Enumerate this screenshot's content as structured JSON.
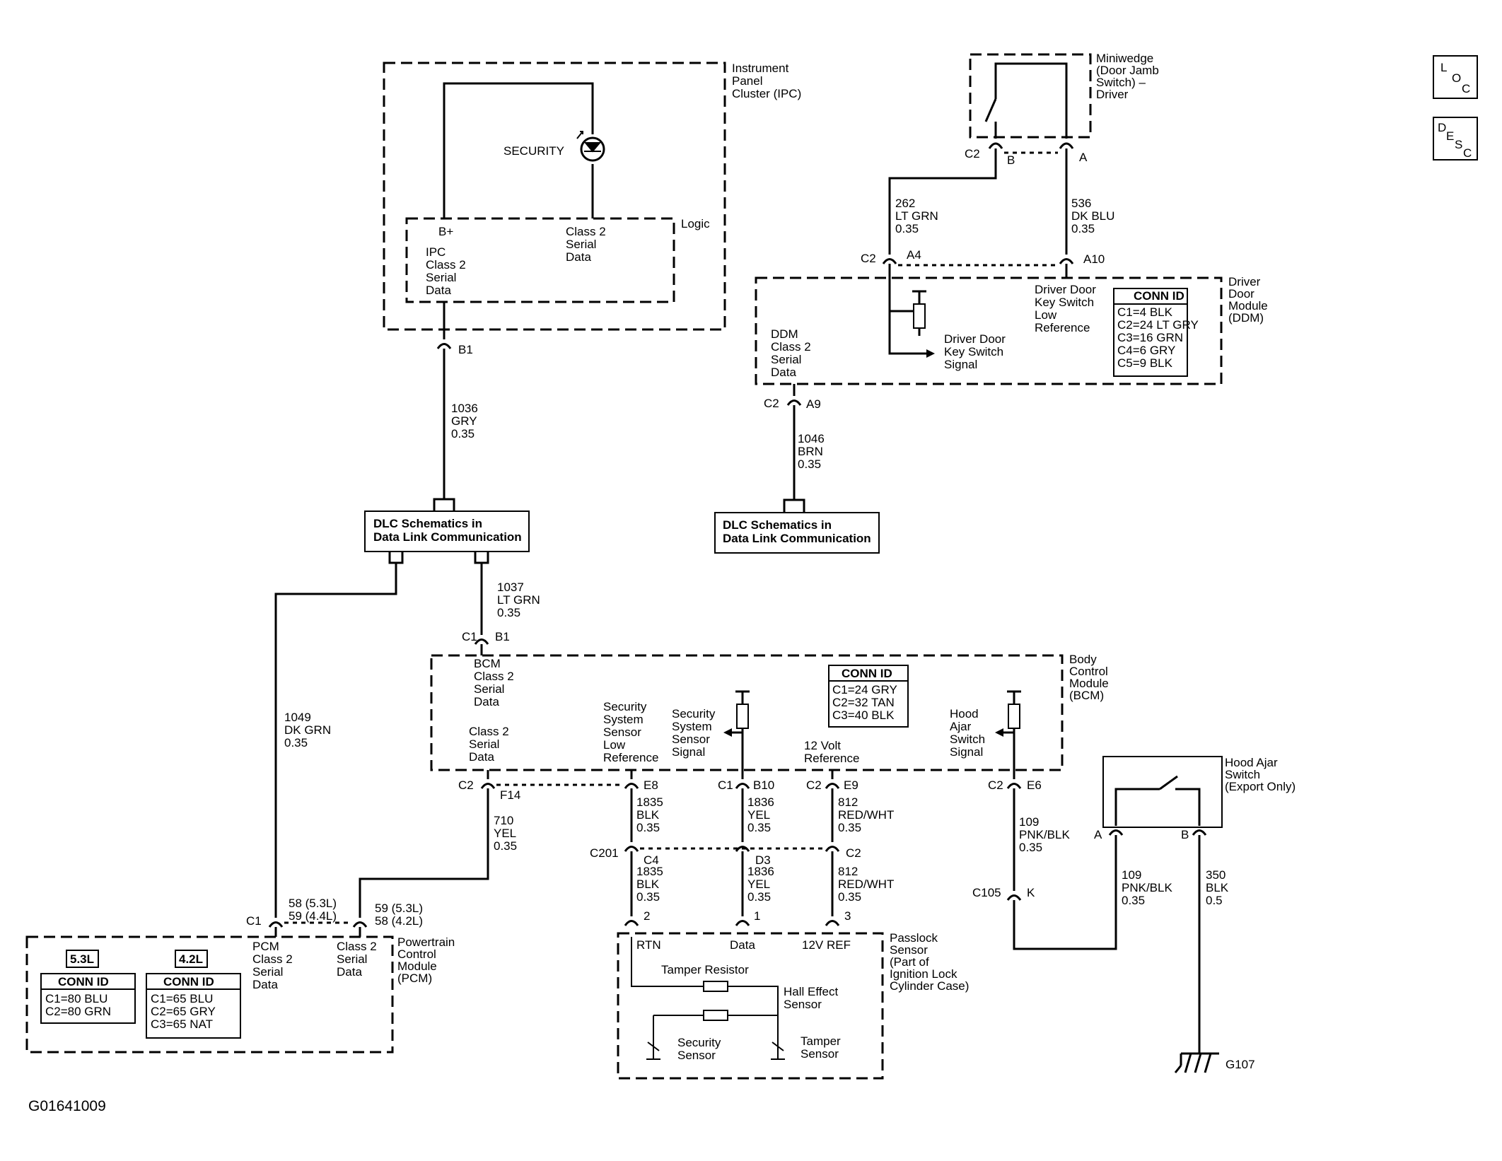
{
  "modules": {
    "ipc": {
      "name": [
        "Instrument",
        "Panel",
        "Cluster (IPC)"
      ],
      "lamp": "SECURITY",
      "logic": "Logic",
      "bplus": "B+",
      "pin_label": [
        "IPC",
        "Class 2",
        "Serial",
        "Data"
      ],
      "class2": [
        "Class 2",
        "Serial",
        "Data"
      ]
    },
    "miniwedge": {
      "name": [
        "Miniwedge",
        "(Door Jamb",
        "Switch) –",
        "Driver"
      ]
    },
    "ddm": {
      "name": [
        "Driver",
        "Door",
        "Module",
        "(DDM)"
      ],
      "pin_label": [
        "DDM",
        "Class 2",
        "Serial",
        "Data"
      ],
      "key_signal": [
        "Driver Door",
        "Key Switch",
        "Signal"
      ],
      "key_low": [
        "Driver Door",
        "Key Switch",
        "Low",
        "Reference"
      ],
      "conn_title": "CONN ID",
      "conn": [
        "C1=4 BLK",
        "C2=24 LT GRY",
        "C3=16 GRN",
        "C4=6 GRY",
        "C5=9 BLK"
      ]
    },
    "bcm": {
      "name": [
        "Body",
        "Control",
        "Module",
        "(BCM)"
      ],
      "bcm_data": [
        "BCM",
        "Class 2",
        "Serial",
        "Data"
      ],
      "class2": [
        "Class 2",
        "Serial",
        "Data"
      ],
      "sec_low": [
        "Security",
        "System",
        "Sensor",
        "Low",
        "Reference"
      ],
      "sec_signal": [
        "Security",
        "System",
        "Sensor",
        "Signal"
      ],
      "v12": [
        "12 Volt",
        "Reference"
      ],
      "hood": [
        "Hood",
        "Ajar",
        "Switch",
        "Signal"
      ],
      "conn_title": "CONN ID",
      "conn": [
        "C1=24 GRY",
        "C2=32 TAN",
        "C3=40 BLK"
      ]
    },
    "pcm": {
      "name": [
        "Powertrain",
        "Control",
        "Module",
        "(PCM)"
      ],
      "pcm_data": [
        "PCM",
        "Class 2",
        "Serial",
        "Data"
      ],
      "class2": [
        "Class 2",
        "Serial",
        "Data"
      ],
      "eng1": "5.3L",
      "eng2": "4.2L",
      "conn_title": "CONN ID",
      "conn1": [
        "C1=80 BLU",
        "C2=80 GRN"
      ],
      "conn2": [
        "C1=65 BLU",
        "C2=65 GRY",
        "C3=65 NAT"
      ]
    },
    "passlock": {
      "name": [
        "Passlock",
        "Sensor",
        "(Part of",
        "Ignition Lock",
        "Cylinder Case)"
      ],
      "rtn": "RTN",
      "data": "Data",
      "ref": "12V REF",
      "tamper_resistor": "Tamper Resistor",
      "hall": [
        "Hall Effect",
        "Sensor"
      ],
      "security": [
        "Security",
        "Sensor"
      ],
      "tamper": [
        "Tamper",
        "Sensor"
      ],
      "pins": [
        "2",
        "1",
        "3"
      ]
    },
    "hood_switch": {
      "name": [
        "Hood Ajar",
        "Switch",
        "(Export Only)"
      ]
    }
  },
  "dlc": {
    "left": [
      "DLC Schematics in",
      "Data Link Communication"
    ],
    "right": [
      "DLC Schematics in",
      "Data Link Communication"
    ]
  },
  "connectors": {
    "b1_ipc": "B1",
    "c2": "C2",
    "b": "B",
    "a": "A",
    "a4": "A4",
    "a10": "A10",
    "a9": "A9",
    "c1": "C1",
    "b1_bcm": "B1",
    "f14": "F14",
    "e8": "E8",
    "b10": "B10",
    "e9": "E9",
    "e6": "E6",
    "c201": "C201",
    "c4": "C4",
    "d3": "D3",
    "c2b": "C2",
    "c105": "C105",
    "k": "K",
    "pcm_c1": "C1",
    "ha_a": "A",
    "ha_b": "B"
  },
  "wires": {
    "w1036": [
      "1036",
      "GRY",
      "0.35"
    ],
    "w262": [
      "262",
      "LT GRN",
      "0.35"
    ],
    "w536": [
      "536",
      "DK BLU",
      "0.35"
    ],
    "w1046": [
      "1046",
      "BRN",
      "0.35"
    ],
    "w1037": [
      "1037",
      "LT GRN",
      "0.35"
    ],
    "w1049": [
      "1049",
      "DK GRN",
      "0.35"
    ],
    "w710": [
      "710",
      "YEL",
      "0.35"
    ],
    "w58": [
      "58 (5.3L)",
      "59 (4.4L)"
    ],
    "w59": [
      "59 (5.3L)",
      "58 (4.2L)"
    ],
    "w1835a": [
      "1835",
      "BLK",
      "0.35"
    ],
    "w1836a": [
      "1836",
      "YEL",
      "0.35"
    ],
    "w812a": [
      "812",
      "RED/WHT",
      "0.35"
    ],
    "w1835b": [
      "1835",
      "BLK",
      "0.35"
    ],
    "w1836b": [
      "1836",
      "YEL",
      "0.35"
    ],
    "w812b": [
      "812",
      "RED/WHT",
      "0.35"
    ],
    "w109a": [
      "109",
      "PNK/BLK",
      "0.35"
    ],
    "w109b": [
      "109",
      "PNK/BLK",
      "0.35"
    ],
    "w350": [
      "350",
      "BLK",
      "0.5"
    ]
  },
  "ground": "G107",
  "figure_id": "G01641009",
  "loc": {
    "l": "L",
    "o": "O",
    "c": "C"
  },
  "desc": {
    "d": "D",
    "e": "E",
    "s": "S",
    "c": "C"
  }
}
